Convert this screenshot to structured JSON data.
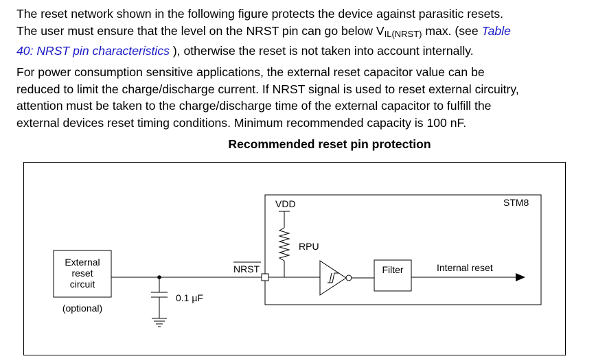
{
  "paragraph1": {
    "line1": "The reset network shown in the following figure protects the device against parasitic resets.",
    "line2_pre": "The user must ensure that the level on the NRST pin can go below V",
    "line2_sub": "IL(NRST)",
    "line2_post": " max. (see ",
    "link_part1": "Table",
    "link_part2": "40: NRST pin characteristics",
    "line3_post": " ), otherwise the reset is not taken into account internally."
  },
  "paragraph2": {
    "line1": "For power consumption sensitive applications, the external reset capacitor value can be",
    "line2": "reduced to limit the charge/discharge current. If NRST signal is used to reset external circuitry,",
    "line3": "attention must be taken to the charge/discharge time of the external capacitor to fulfill the",
    "line4": "external devices reset timing conditions. Minimum recommended capacity is 100 nF."
  },
  "figure": {
    "title": "Recommended reset pin protection",
    "vdd_label": "VDD",
    "chip_label": "STM8",
    "rpu_label": "RPU",
    "nrst_label": "NRST",
    "filter_label": "Filter",
    "internal_reset_label": "Internal reset",
    "ext_circuit_line1": "External",
    "ext_circuit_line2": "reset",
    "ext_circuit_line3": "circuit",
    "optional_label": "(optional)",
    "capacitor_label": "0.1 µF"
  }
}
